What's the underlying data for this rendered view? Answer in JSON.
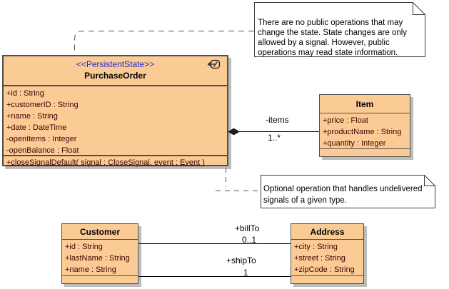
{
  "notes": {
    "state_constraint": {
      "lines": [
        "There are no public operations that may",
        "change the state. State changes are only",
        "allowed by a signal. However, public",
        "operations may read state information."
      ]
    },
    "optional_operation": {
      "lines": [
        "Optional operation that handles undelivered",
        "signals of a given type."
      ]
    }
  },
  "classes": {
    "purchaseOrder": {
      "stereotype": "<<PersistentState>>",
      "name": "PurchaseOrder",
      "attributes": [
        "+id : String",
        "+customerID : String",
        "+name : String",
        "+date : DateTime",
        "-openItems : Integer",
        "-openBalance : Float"
      ],
      "operations": [
        "+closeSignalDefault( signal : CloseSignal, event : Event )"
      ],
      "adornment_icon": "state-machine-icon"
    },
    "item": {
      "name": "Item",
      "attributes": [
        "+price : Float",
        "+productName : String",
        "+quantity : Integer"
      ]
    },
    "customer": {
      "name": "Customer",
      "attributes": [
        "+id : String",
        "+lastName : String",
        "+name : String"
      ]
    },
    "address": {
      "name": "Address",
      "attributes": [
        "+city : String",
        "+street : String",
        "+zipCode : String"
      ]
    }
  },
  "associations": {
    "items": {
      "label": "-items",
      "multiplicity": "1..*",
      "type": "composition"
    },
    "billTo": {
      "label": "+billTo",
      "multiplicity": "0..1"
    },
    "shipTo": {
      "label": "+shipTo",
      "multiplicity": "1"
    }
  },
  "colors": {
    "class_fill": "#FBCB96",
    "class_border": "#4F4F4F",
    "attribute_text": "#420000",
    "stereotype_text": "#2626CC",
    "note_fill": "#FFFFFF",
    "line_color": "#000000",
    "shadow": "#BDBDBD"
  }
}
